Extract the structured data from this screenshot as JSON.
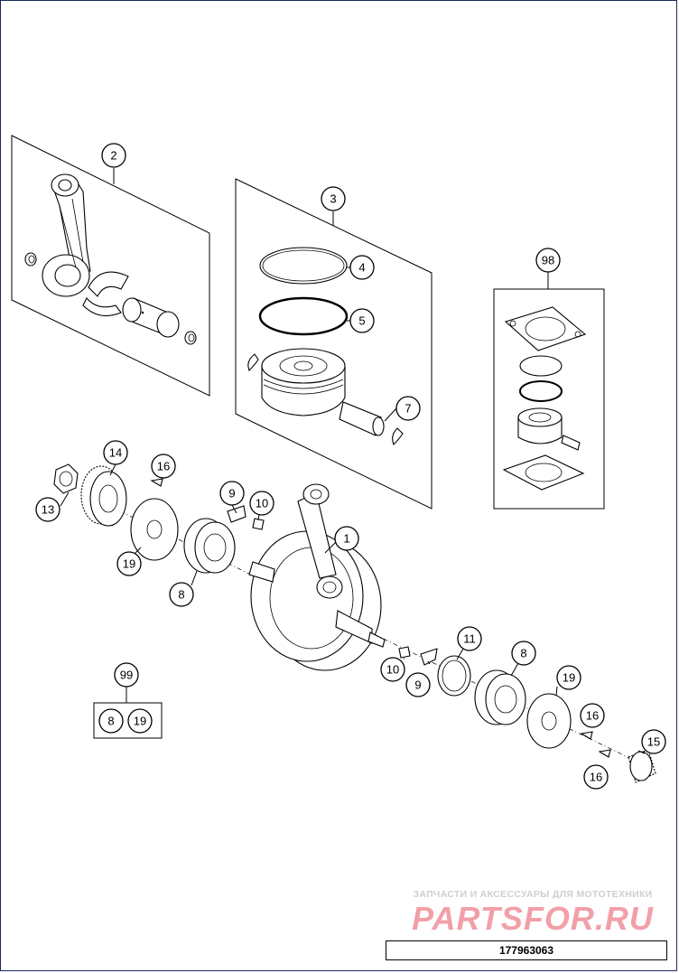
{
  "diagram": {
    "callouts": [
      "1",
      "2",
      "3",
      "4",
      "5",
      "7",
      "8",
      "8",
      "8",
      "9",
      "9",
      "10",
      "10",
      "11",
      "13",
      "14",
      "15",
      "16",
      "16",
      "16",
      "19",
      "19",
      "19",
      "98",
      "99"
    ],
    "kit_99_contents": [
      "8",
      "19"
    ]
  },
  "watermark": {
    "caption": "ЗАПЧАСТИ И АКСЕССУАРЫ ДЛЯ МОТОТЕХНИКИ",
    "brand": "PARTSFOR.RU"
  },
  "part_number": "177963063"
}
